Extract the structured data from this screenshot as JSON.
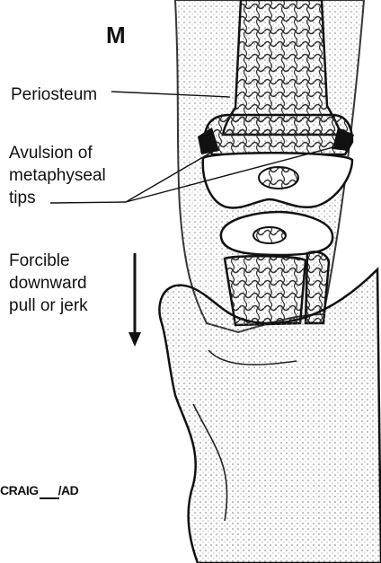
{
  "panel_letter": "M",
  "labels": {
    "periosteum": "Periosteum",
    "avulsion_line1": "Avulsion of",
    "avulsion_line2": "metaphyseal",
    "avulsion_line3": "tips",
    "force_line1": "Forcible",
    "force_line2": "downward",
    "force_line3": "pull or jerk"
  },
  "signature": "CRAIG",
  "signature_suffix": "/AD",
  "colors": {
    "ink": "#111111",
    "shade": "#8a8a8a",
    "paper": "#ffffff"
  }
}
